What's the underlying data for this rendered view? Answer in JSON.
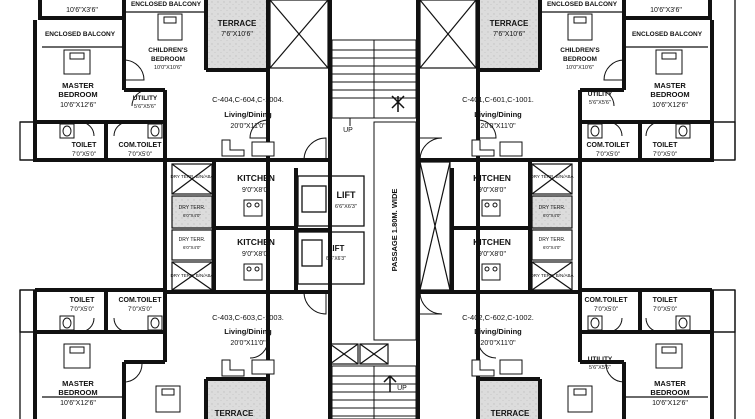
{
  "labels": {
    "tl_top_dim": "10'6\"X3'6\"",
    "tr_top_dim": "10'6\"X3'6\"",
    "enc_balc_tl_top": "ENCLOSED BALCONY",
    "enc_balc_tr_top": "ENCLOSED BALCONY",
    "enc_balc_tl": "ENCLOSED BALCONY",
    "enc_balc_tr": "ENCLOSED BALCONY",
    "terrace_tl": "TERRACE",
    "terrace_tl_dim": "7'6\"X10'6\"",
    "terrace_tr": "TERRACE",
    "terrace_tr_dim": "7'6\"X10'6\"",
    "terrace_bl": "TERRACE",
    "terrace_br": "TERRACE",
    "child_tl_1": "CHILDREN'S",
    "child_tl_2": "BEDROOM",
    "child_tl_dim": "10'0\"X10'6\"",
    "child_tr_1": "CHILDREN'S",
    "child_tr_2": "BEDROOM",
    "child_tr_dim": "10'0\"X10'6\"",
    "master_tl_1": "MASTER",
    "master_tl_2": "BEDROOM",
    "master_tl_dim": "10'6\"X12'6\"",
    "master_tr_1": "MASTER",
    "master_tr_2": "BEDROOM",
    "master_tr_dim": "10'6\"X12'6\"",
    "master_bl_1": "MASTER",
    "master_bl_2": "BEDROOM",
    "master_bl_dim": "10'6\"X12'6\"",
    "master_br_1": "MASTER",
    "master_br_2": "BEDROOM",
    "master_br_dim": "10'6\"X12'6\"",
    "utility_tl": "UTILITY",
    "utility_tl_dim": "5'6\"X5'6\"",
    "utility_tr": "UTILITY",
    "utility_tr_dim": "5'6\"X5'6\"",
    "utility_br": "UTILITY",
    "utility_br_dim": "5'6\"X5'6\"",
    "unit_tl": "C-404,C-604,C-1004.",
    "unit_tr": "C-401,C-601,C-1001.",
    "unit_bl": "C-403,C-603,C-1003.",
    "unit_br": "C-402,C-602,C-1002.",
    "living_tl": "Living/Dining",
    "living_tl_dim": "20'0\"X11'0\"",
    "living_tr": "Living/Dining",
    "living_tr_dim": "20'0\"X11'0\"",
    "living_bl": "Living/Dining",
    "living_bl_dim": "20'0\"X11'0\"",
    "living_br": "Living/Dining",
    "living_br_dim": "20'0\"X11'0\"",
    "toilet_tl": "TOILET",
    "toilet_tl_dim": "7'0\"X5'0\"",
    "comtoilet_tl": "COM.TOILET",
    "comtoilet_tl_dim": "7'0\"X5'0\"",
    "toilet_tr": "TOILET",
    "toilet_tr_dim": "7'0\"X5'0\"",
    "comtoilet_tr": "COM.TOILET",
    "comtoilet_tr_dim": "7'0\"X5'0\"",
    "toilet_bl": "TOILET",
    "toilet_bl_dim": "7'0\"X5'0\"",
    "comtoilet_bl": "COM.TOILET",
    "comtoilet_bl_dim": "7'0\"X5'0\"",
    "toilet_br": "TOILET",
    "toilet_br_dim": "7'0\"X5'0\"",
    "comtoilet_br": "COM.TOILET",
    "comtoilet_br_dim": "7'0\"X5'0\"",
    "kitchen_1": "KITCHEN",
    "kitchen_1_dim": "9'0\"X8'0\"",
    "kitchen_2": "KITCHEN",
    "kitchen_2_dim": "9'0\"X8'0\"",
    "kitchen_3": "KITCHEN",
    "kitchen_3_dim": "9'0\"X8'0\"",
    "kitchen_4": "KITCHEN",
    "kitchen_4_dim": "9'0\"X8'0\"",
    "lift_1": "LIFT",
    "lift_1_dim": "6'6\"X6'3\"",
    "lift_2": "LIFT",
    "lift_2_dim": "6'6\"X6'3\"",
    "passage": "PASSAGE 1.80M. WIDE",
    "up_top": "UP",
    "up_bottom": "UP",
    "dry_terr": "DRY TERR.",
    "dry_terr_dim": "6'0\"X4'0\"",
    "dry_terr_bal": "DRY TERR. B/N/ABA"
  }
}
